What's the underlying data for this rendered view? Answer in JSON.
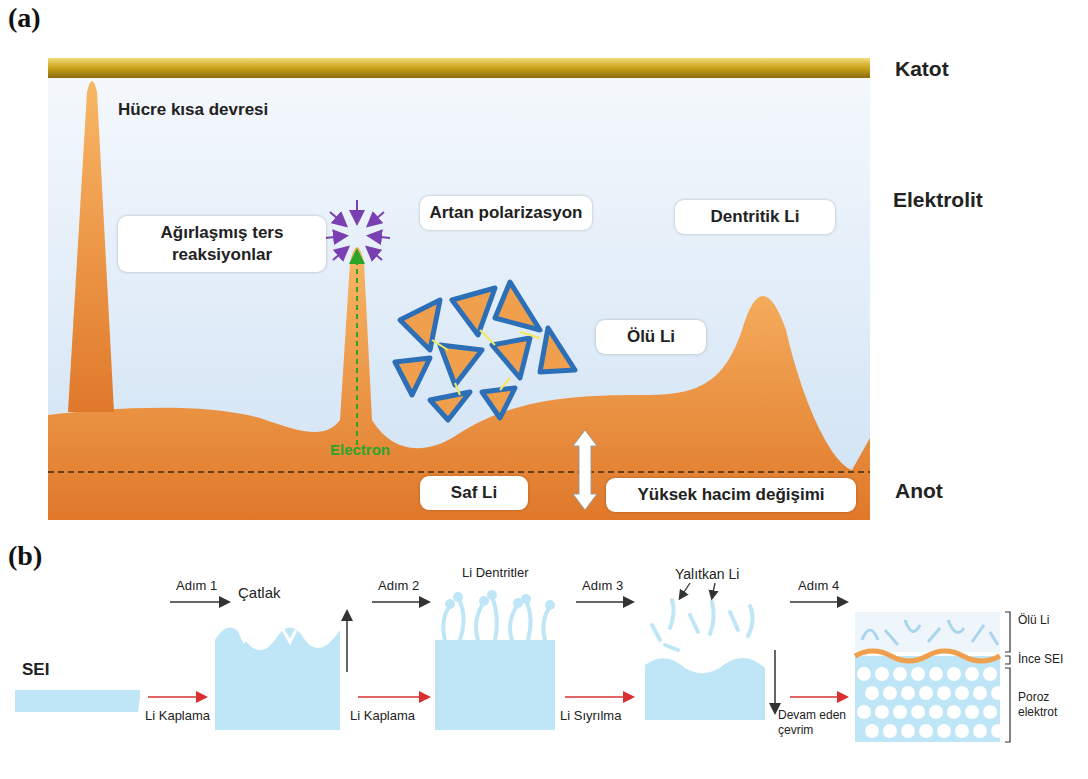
{
  "diagram": {
    "nodes": [
      {
        "text": [
          "Ağırlaşmış ters reaksiyonlar"
        ]
      },
      {
        "text": [
          "Artan polarizasyon"
        ]
      },
      {
        "text": [
          "Dentritik Li"
        ]
      },
      {
        "text": [
          "Ölü Li"
        ]
      },
      {
        "text": [
          "Saf Li"
        ]
      },
      {
        "text": [
          "Yüksek hacim değişimi"
        ]
      }
    ],
    "edges": [],
    "labels": [
      "(a)",
      "Katot",
      "Hücre kısa devresi",
      "Elektrolit",
      "Electron",
      "Anot",
      "(b)",
      "Adım 1",
      "Çatlak",
      "Adım 2",
      "Li Dentritler",
      "Adım 3",
      "Yalıtkan Li",
      "Adım 4",
      "SEI",
      "Ölü Li",
      "İnce SEI",
      "Li Kaplama",
      "Li Kaplama",
      "Li Sıyrılma",
      "Devam eden çevrim",
      "Poroz elektrot"
    ]
  }
}
